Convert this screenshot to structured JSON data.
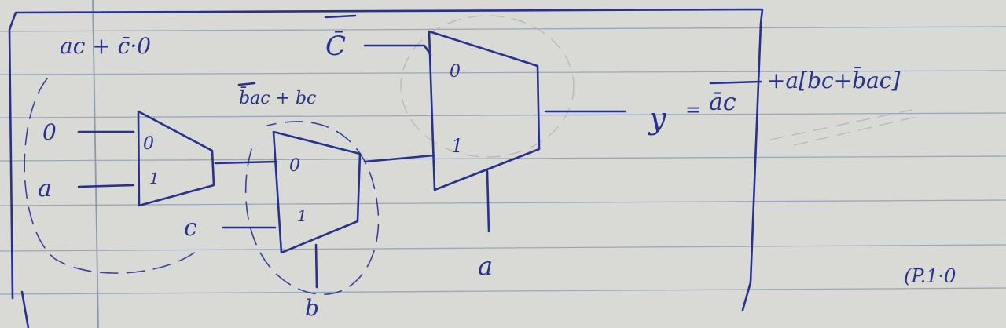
{
  "labels": {
    "top_expr": "ac + c̄·0",
    "mid_expr": "b̄ac + bc",
    "mux1_in0": "0",
    "mux1_in1": "a",
    "mux2_in1": "c",
    "mux2_sel": "b",
    "mux3_in0": "C̄",
    "mux3_sel": "a",
    "port0": "0",
    "port1": "1",
    "y": "y",
    "eq": "=",
    "expr_left": "āc",
    "expr_rest": "+a[bc+b̄ac]",
    "corner_note": "(P.1·0"
  },
  "colors": {
    "ink": "#27318f",
    "paper": "#d9d9d6",
    "rule": "#9aa7b8"
  }
}
